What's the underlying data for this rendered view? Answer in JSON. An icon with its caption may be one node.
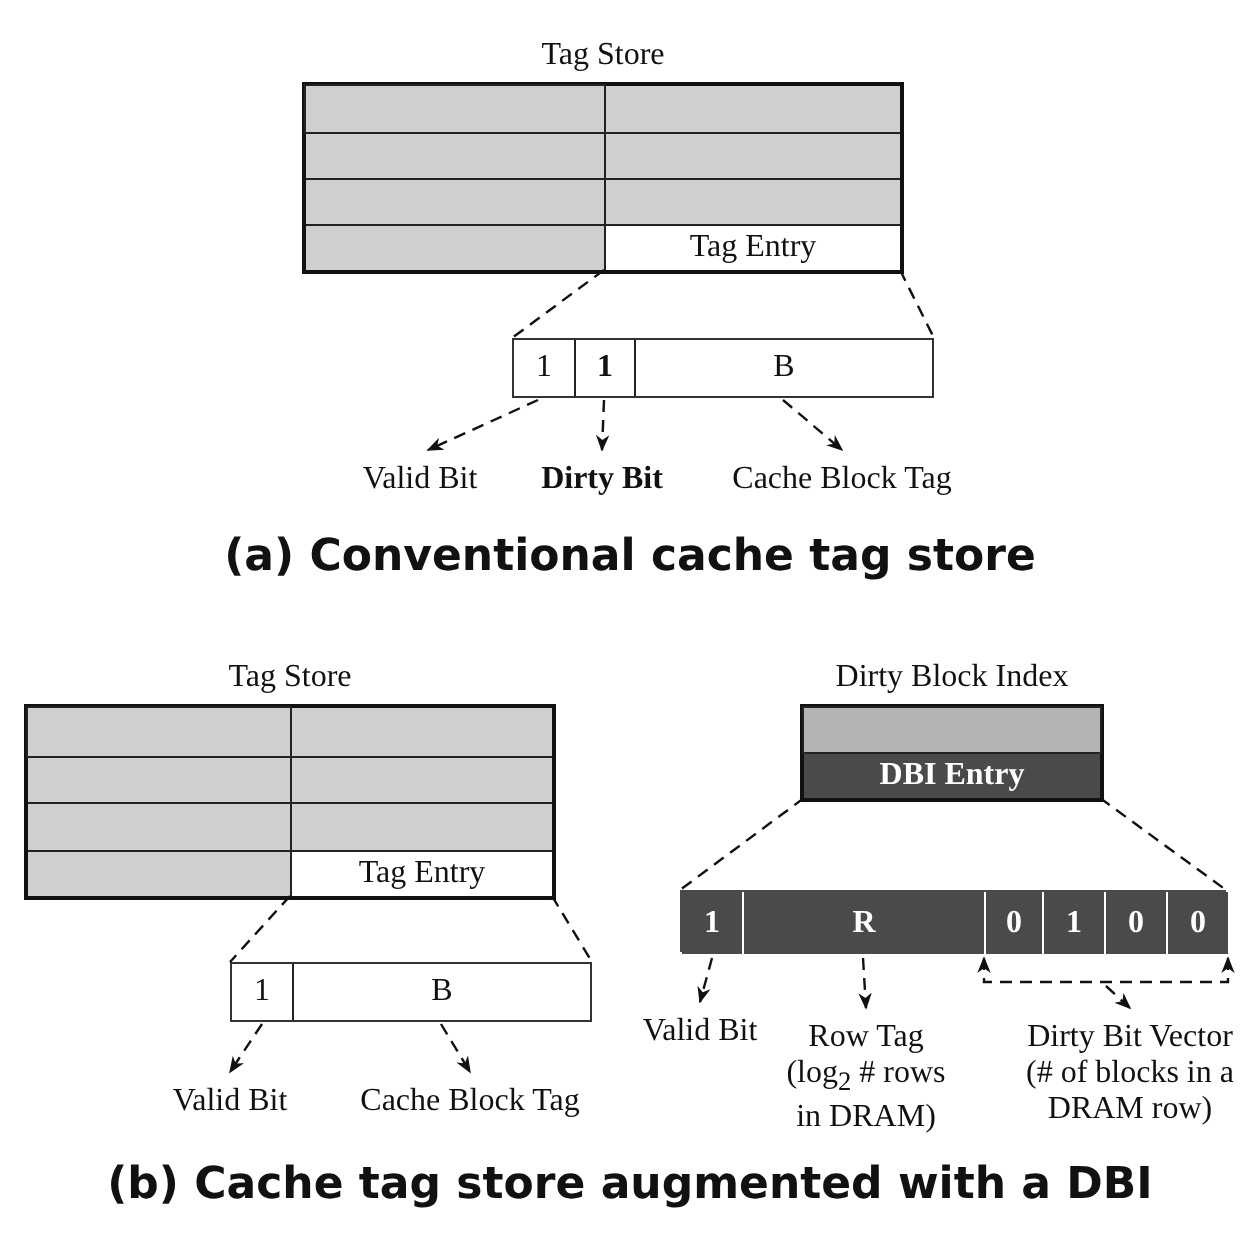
{
  "diagram": {
    "nodes": [
      {
        "text": [
          "Tag Store"
        ]
      },
      {
        "text": [],
        "shape": "box",
        "in": 0
      },
      {
        "text": [],
        "shape": "box",
        "in": 0
      },
      {
        "text": [],
        "shape": "box",
        "in": 0
      },
      {
        "text": [],
        "shape": "box",
        "in": 0
      },
      {
        "text": [],
        "shape": "box",
        "in": 0
      },
      {
        "text": [],
        "shape": "box",
        "in": 0
      },
      {
        "text": [],
        "shape": "box",
        "in": 0
      },
      {
        "text": [
          "Tag Entry"
        ],
        "in": 0
      },
      {
        "text": [],
        "shape": "box"
      },
      {
        "text": [
          "1"
        ],
        "in": 9
      },
      {
        "text": [
          "1"
        ],
        "in": 9
      },
      {
        "text": [
          "B"
        ],
        "in": 9
      },
      {
        "text": [
          "Valid Bit"
        ]
      },
      {
        "text": [
          "Dirty Bit"
        ]
      },
      {
        "text": [
          "Cache Block Tag"
        ]
      },
      {
        "text": [
          "Tag Store"
        ]
      },
      {
        "text": [],
        "shape": "box",
        "in": 16
      },
      {
        "text": [],
        "shape": "box",
        "in": 16
      },
      {
        "text": [],
        "shape": "box",
        "in": 16
      },
      {
        "text": [],
        "shape": "box",
        "in": 16
      },
      {
        "text": [],
        "shape": "box",
        "in": 16
      },
      {
        "text": [],
        "shape": "box",
        "in": 16
      },
      {
        "text": [],
        "shape": "box",
        "in": 16
      },
      {
        "text": [
          "Tag Entry"
        ],
        "in": 16
      },
      {
        "text": [
          "Dirty Block Index"
        ]
      },
      {
        "text": [],
        "shape": "box",
        "in": 25
      },
      {
        "text": [
          "DBI Entry"
        ],
        "in": 25
      },
      {
        "text": [],
        "shape": "box"
      },
      {
        "text": [
          "1"
        ],
        "in": 28
      },
      {
        "text": [
          "B"
        ],
        "in": 28
      },
      {
        "text": [],
        "shape": "box"
      },
      {
        "text": [
          "1"
        ],
        "in": 31
      },
      {
        "text": [
          "R"
        ],
        "in": 31
      },
      {
        "text": [
          "0"
        ],
        "in": 31
      },
      {
        "text": [
          "1"
        ],
        "in": 31
      },
      {
        "text": [
          "0"
        ],
        "in": 31
      },
      {
        "text": [
          "0"
        ],
        "in": 31
      },
      {
        "text": [
          "Valid Bit"
        ]
      },
      {
        "text": [
          "Cache Block Tag"
        ]
      },
      {
        "text": [
          "Valid Bit"
        ]
      },
      {
        "text": [
          "Row Tag",
          "(log$_{2}$ # rows in DRAM)"
        ]
      },
      {
        "text": [
          "Dirty Bit Vector",
          "(# of blocks in a DRAM row)"
        ]
      }
    ],
    "edges": [
      {
        "from": 8,
        "to": 9,
        "arrow": "none",
        "style": "dashed"
      },
      {
        "from": 8,
        "to": 9,
        "arrow": "none",
        "style": "dashed"
      },
      {
        "from": 10,
        "to": 13,
        "arrow": "to",
        "style": "dashed"
      },
      {
        "from": 11,
        "to": 14,
        "arrow": "to",
        "style": "dashed"
      },
      {
        "from": 12,
        "to": 15,
        "arrow": "to",
        "style": "dashed"
      },
      {
        "from": 24,
        "to": 28,
        "arrow": "none",
        "style": "dashed"
      },
      {
        "from": 24,
        "to": 28,
        "arrow": "none",
        "style": "dashed"
      },
      {
        "from": 27,
        "to": 31,
        "arrow": "none",
        "style": "dashed"
      },
      {
        "from": 27,
        "to": 31,
        "arrow": "none",
        "style": "dashed"
      },
      {
        "from": 29,
        "to": 38,
        "arrow": "to",
        "style": "dashed"
      },
      {
        "from": 30,
        "to": 39,
        "arrow": "to",
        "style": "dashed"
      },
      {
        "from": 32,
        "to": 40,
        "arrow": "to",
        "style": "dashed"
      },
      {
        "from": 33,
        "to": 41,
        "arrow": "to",
        "style": "dashed"
      },
      {
        "from": 34,
        "to": 37,
        "arrow": "both",
        "style": "dashed"
      },
      {
        "from": null,
        "to": 42,
        "arrow": "to",
        "style": "dashed"
      }
    ],
    "labels": [
      "(a) Conventional cache tag store",
      "(b) Cache tag store augmented with a DBI"
    ]
  }
}
